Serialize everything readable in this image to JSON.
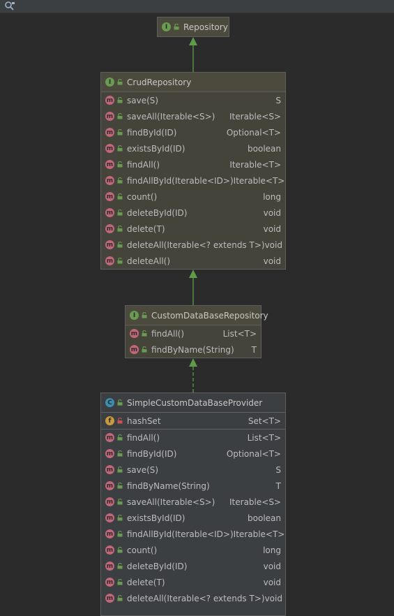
{
  "toolbar": {
    "icon": "search-diagram-icon"
  },
  "colors": {
    "interface_badge": "#6a9b53",
    "class_badge": "#3c8fb0",
    "method_badge": "#c1677a",
    "field_badge": "#c89a3c",
    "edge": "#5f9c4a"
  },
  "repository": {
    "badge": "I",
    "name": "Repository"
  },
  "crud": {
    "badge": "I",
    "name": "CrudRepository",
    "methods": [
      {
        "label": "save(S)",
        "type": "S"
      },
      {
        "label": "saveAll(Iterable<S>)",
        "type": "Iterable<S>"
      },
      {
        "label": "findById(ID)",
        "type": "Optional<T>"
      },
      {
        "label": "existsById(ID)",
        "type": "boolean"
      },
      {
        "label": "findAll()",
        "type": "Iterable<T>"
      },
      {
        "label": "findAllById(Iterable<ID>)",
        "type": "Iterable<T>"
      },
      {
        "label": "count()",
        "type": "long"
      },
      {
        "label": "deleteById(ID)",
        "type": "void"
      },
      {
        "label": "delete(T)",
        "type": "void"
      },
      {
        "label": "deleteAll(Iterable<? extends T>)",
        "type": "void"
      },
      {
        "label": "deleteAll()",
        "type": "void"
      }
    ]
  },
  "custom": {
    "badge": "I",
    "name": "CustomDataBaseRepository",
    "methods": [
      {
        "label": "findAll()",
        "type": "List<T>"
      },
      {
        "label": "findByName(String)",
        "type": "T"
      }
    ]
  },
  "provider": {
    "badge": "C",
    "name": "SimpleCustomDataBaseProvider",
    "field": {
      "badge": "f",
      "label": "hashSet",
      "type": "Set<T>"
    },
    "methods": [
      {
        "label": "findAll()",
        "type": "List<T>"
      },
      {
        "label": "findById(ID)",
        "type": "Optional<T>"
      },
      {
        "label": "save(S)",
        "type": "S"
      },
      {
        "label": "findByName(String)",
        "type": "T"
      },
      {
        "label": "saveAll(Iterable<S>)",
        "type": "Iterable<S>"
      },
      {
        "label": "existsById(ID)",
        "type": "boolean"
      },
      {
        "label": "findAllById(Iterable<ID>)",
        "type": "Iterable<T>"
      },
      {
        "label": "count()",
        "type": "long"
      },
      {
        "label": "deleteById(ID)",
        "type": "void"
      },
      {
        "label": "delete(T)",
        "type": "void"
      },
      {
        "label": "deleteAll(Iterable<? extends T>)",
        "type": "void"
      }
    ]
  },
  "method_badge": "m"
}
